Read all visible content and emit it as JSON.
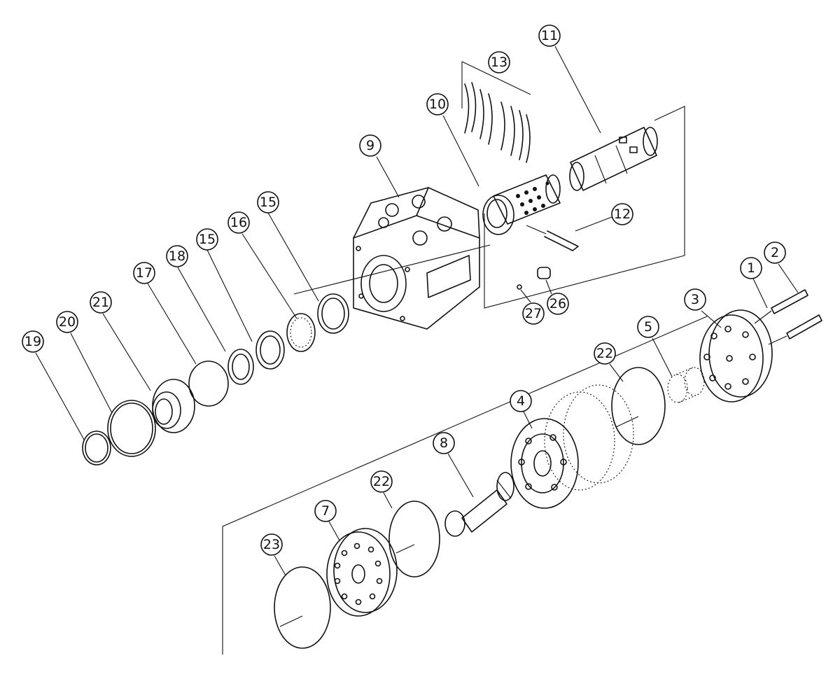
{
  "callouts": {
    "c1": "1",
    "c2": "2",
    "c3": "3",
    "c4": "4",
    "c5": "5",
    "c7": "7",
    "c8": "8",
    "c9": "9",
    "c10": "10",
    "c11": "11",
    "c12": "12",
    "c13": "13",
    "c15a": "15",
    "c15b": "15",
    "c16": "16",
    "c17": "17",
    "c18": "18",
    "c19": "19",
    "c20": "20",
    "c21": "21",
    "c22a": "22",
    "c22b": "22",
    "c23": "23",
    "c26": "26",
    "c27": "27"
  }
}
